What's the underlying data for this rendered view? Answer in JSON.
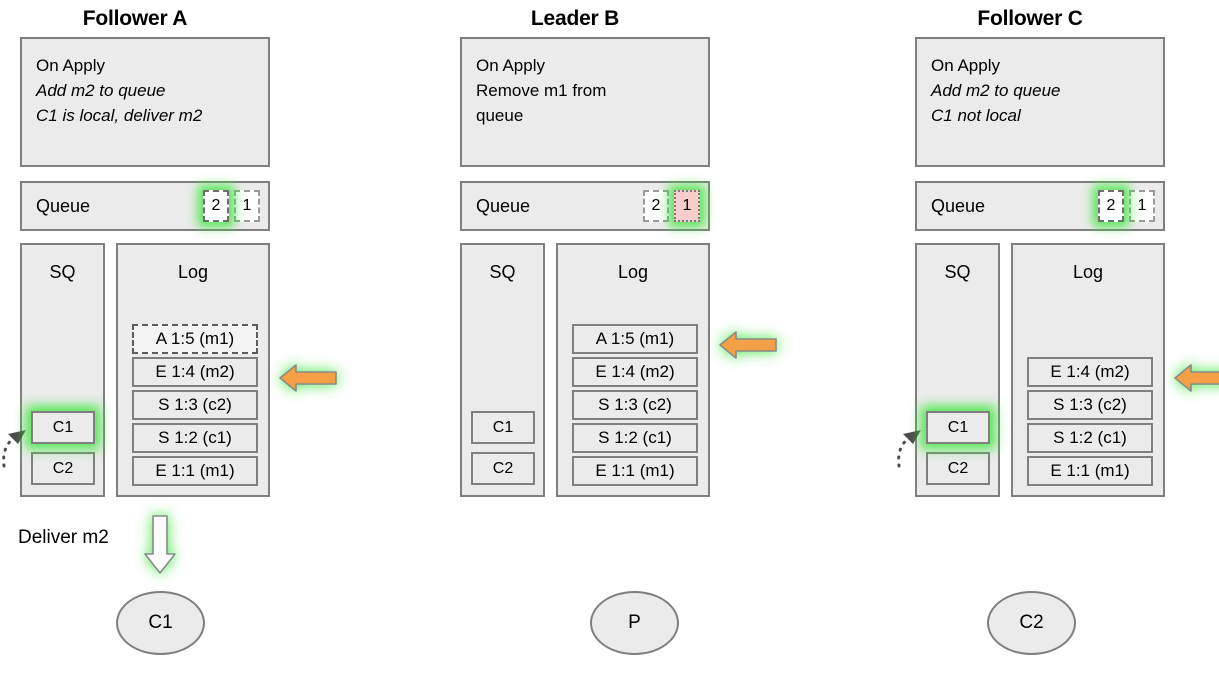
{
  "diagram": {
    "title_a": "Follower A",
    "title_b": "Leader B",
    "title_c": "Follower C",
    "queue_label": "Queue",
    "sq_label": "SQ",
    "log_label": "Log",
    "deliver_label": "Deliver m2",
    "accent_green": "#3ce63c",
    "accent_orange": "#f5a046",
    "accent_pink": "#f8cecc",
    "panel_fill": "#ebebeb",
    "panel_stroke": "#7f7f7f"
  },
  "columns": [
    {
      "id": "follower-a",
      "title": "Follower A",
      "apply": {
        "header": "On Apply",
        "lines": [
          "Add m2 to queue",
          "C1 is local, deliver m2"
        ]
      },
      "queue": {
        "label": "Queue",
        "cells": [
          {
            "value": "2",
            "style": "highlight-dashed"
          },
          {
            "value": "1",
            "style": "dashed"
          }
        ]
      },
      "sq": {
        "label": "SQ",
        "items": [
          {
            "value": "C1",
            "style": "highlight"
          },
          {
            "value": "C2",
            "style": "plain"
          }
        ]
      },
      "log": {
        "label": "Log",
        "items": [
          {
            "value": "A 1:5 (m1)",
            "style": "dashed"
          },
          {
            "value": "E 1:4 (m2)",
            "style": "solid"
          },
          {
            "value": "S 1:3 (c2)",
            "style": "solid"
          },
          {
            "value": "S 1:2 (c1)",
            "style": "solid"
          },
          {
            "value": "E 1:1 (m1)",
            "style": "solid"
          }
        ]
      },
      "arrow_target": "E 1:4 (m2)",
      "deliver": {
        "label": "Deliver m2",
        "visible": true
      },
      "client": "C1"
    },
    {
      "id": "leader-b",
      "title": "Leader B",
      "apply": {
        "header": "On Apply",
        "lines": [
          "Remove m1 from",
          "queue"
        ]
      },
      "queue": {
        "label": "Queue",
        "cells": [
          {
            "value": "2",
            "style": "dashed"
          },
          {
            "value": "1",
            "style": "highlight-pink"
          }
        ]
      },
      "sq": {
        "label": "SQ",
        "items": [
          {
            "value": "C1",
            "style": "plain"
          },
          {
            "value": "C2",
            "style": "plain"
          }
        ]
      },
      "log": {
        "label": "Log",
        "items": [
          {
            "value": "A 1:5 (m1)",
            "style": "solid"
          },
          {
            "value": "E 1:4 (m2)",
            "style": "solid"
          },
          {
            "value": "S 1:3 (c2)",
            "style": "solid"
          },
          {
            "value": "S 1:2 (c1)",
            "style": "solid"
          },
          {
            "value": "E 1:1 (m1)",
            "style": "solid"
          }
        ]
      },
      "arrow_target": "A 1:5 (m1)",
      "deliver": {
        "label": "",
        "visible": false
      },
      "client": "P"
    },
    {
      "id": "follower-c",
      "title": "Follower C",
      "apply": {
        "header": "On Apply",
        "lines": [
          "Add m2 to queue",
          "C1 not local"
        ]
      },
      "queue": {
        "label": "Queue",
        "cells": [
          {
            "value": "2",
            "style": "highlight-dashed"
          },
          {
            "value": "1",
            "style": "dashed"
          }
        ]
      },
      "sq": {
        "label": "SQ",
        "items": [
          {
            "value": "C1",
            "style": "highlight"
          },
          {
            "value": "C2",
            "style": "plain"
          }
        ]
      },
      "log": {
        "label": "Log",
        "items": [
          {
            "value": "E 1:4 (m2)",
            "style": "solid"
          },
          {
            "value": "S 1:3 (c2)",
            "style": "solid"
          },
          {
            "value": "S 1:2 (c1)",
            "style": "solid"
          },
          {
            "value": "E 1:1 (m1)",
            "style": "solid"
          }
        ]
      },
      "arrow_target": "E 1:4 (m2)",
      "deliver": {
        "label": "",
        "visible": false
      },
      "client": "C2"
    }
  ]
}
